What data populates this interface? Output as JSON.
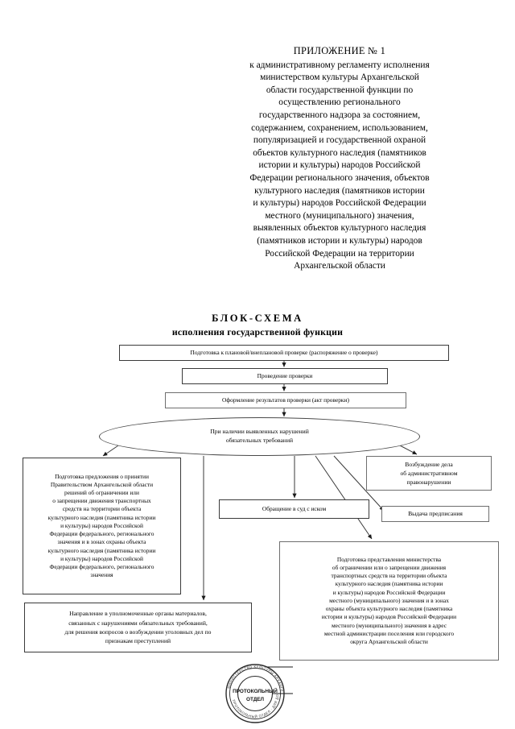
{
  "document": {
    "annex_title": "ПРИЛОЖЕНИЕ № 1",
    "annex_lines": [
      "к административному регламенту исполнения",
      "министерством культуры Архангельской",
      "области государственной функции по",
      "осуществлению регионального",
      "государственного надзора за состоянием,",
      "содержанием, сохранением, использованием,",
      "популяризацией и государственной охраной",
      "объектов культурного наследия (памятников",
      "истории и культуры) народов Российской",
      "Федерации регионального значения, объектов",
      "культурного наследия (памятников истории",
      "и культуры) народов Российской Федерации",
      "местного (муниципального) значения,",
      "выявленных объектов культурного наследия",
      "(памятников истории и культуры) народов",
      "Российской Федерации на территории",
      "Архангельской области"
    ],
    "scheme_title_main": "БЛОК-СХЕМА",
    "scheme_title_sub": "исполнения государственной функции"
  },
  "flowchart": {
    "type": "flowchart",
    "nodes": {
      "preparation": {
        "shape": "rect",
        "lines": [
          "Подготовка к плановой/внеплановой проверке (распоряжение о проверке)"
        ]
      },
      "inspection": {
        "shape": "rect",
        "lines": [
          "Проведение проверки"
        ]
      },
      "results": {
        "shape": "rect",
        "lines": [
          "Оформление результатов проверки (акт проверки)"
        ]
      },
      "violations": {
        "shape": "ellipse",
        "lines": [
          "При наличии выявленных нарушений",
          "обязательных требований"
        ]
      },
      "left_big": {
        "shape": "rect",
        "lines": [
          "Подготовка предложения о принятии",
          "Правительством Архангельской области",
          "решений об ограничении или",
          "о запрещении движения транспортных",
          "средств на территории объекта",
          "культурного наследия (памятника истории",
          "и культуры) народов Российской",
          "Федерации федерального, регионального",
          "значения и в зонах охраны объекта",
          "культурного наследия (памятника истории",
          "и культуры) народов Российской",
          "Федерации федерального, регионального",
          "значения"
        ]
      },
      "court": {
        "shape": "rect",
        "lines": [
          "Обращение в суд с иском"
        ]
      },
      "admin_case": {
        "shape": "rect",
        "lines": [
          "Возбуждение дела",
          "об административном",
          "правонарушении"
        ]
      },
      "order": {
        "shape": "rect",
        "lines": [
          "Выдача предписания"
        ]
      },
      "right_big": {
        "shape": "rect",
        "lines": [
          "Подготовка представления министерства",
          "об ограничении или о запрещении движения",
          "транспортных средств на территории объекта",
          "культурного наследия (памятника истории",
          "и культуры) народов Российской Федерации",
          "местного (муниципального) значения и в зонах",
          "охраны объекта культурного наследия (памятника",
          "истории и культуры) народов Российской Федерации",
          "местного (муниципального) значения в адрес",
          "местной администрации поселения или городского",
          "округа Архангельской области"
        ]
      },
      "bottom_left": {
        "shape": "rect",
        "lines": [
          "Направление в уполномоченные органы материалов,",
          "связанных с нарушениями обязательных требований,",
          "для решения вопросов о возбуждении уголовных дел по",
          "признакам преступлений"
        ]
      }
    },
    "edges": [
      {
        "from": "preparation",
        "to": "inspection"
      },
      {
        "from": "inspection",
        "to": "results"
      },
      {
        "from": "results",
        "to": "violations"
      },
      {
        "from": "violations",
        "to": "left_big"
      },
      {
        "from": "violations",
        "to": "court"
      },
      {
        "from": "violations",
        "to": "admin_case"
      },
      {
        "from": "violations",
        "to": "order"
      },
      {
        "from": "violations",
        "to": "right_big"
      },
      {
        "from": "violations",
        "to": "bottom_left"
      }
    ]
  },
  "stamp": {
    "center_line1": "ПРОТОКОЛЬНЫЙ",
    "center_line2": "ОТДЕЛ"
  },
  "colors": {
    "ink": "#000000",
    "rule": "#6e6e6e",
    "paper": "#ffffff"
  }
}
